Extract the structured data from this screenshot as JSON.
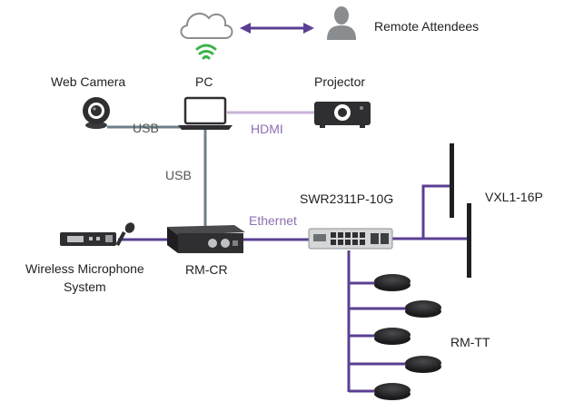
{
  "labels": {
    "remote_attendees": "Remote Attendees",
    "web_camera": "Web Camera",
    "pc": "PC",
    "projector": "Projector",
    "usb_camera_link": "USB",
    "hdmi_link": "HDMI",
    "usb_pc_link": "USB",
    "switch": "SWR2311P-10G",
    "ethernet_link": "Ethernet",
    "speakers": "VXL1-16P",
    "wireless_mic_line1": "Wireless Microphone",
    "wireless_mic_line2": "System",
    "processor": "RM-CR",
    "tabletop_mics": "RM-TT"
  },
  "colors": {
    "ethernet_line": "#5a3f92",
    "usb_line": "#6d7f8a",
    "hdmi_line": "#c9b2d8",
    "wifi": "#39b54a",
    "device_dark": "#2f2f31",
    "person": "#8a8d90"
  },
  "icons": [
    "cloud-icon",
    "wifi-icon",
    "double-arrow-icon",
    "person-icon",
    "webcam-icon",
    "laptop-icon",
    "projector-icon",
    "switch-icon",
    "speaker-array-icon",
    "processor-icon",
    "receiver-icon",
    "microphone-icon",
    "tabletop-mic-icon"
  ]
}
